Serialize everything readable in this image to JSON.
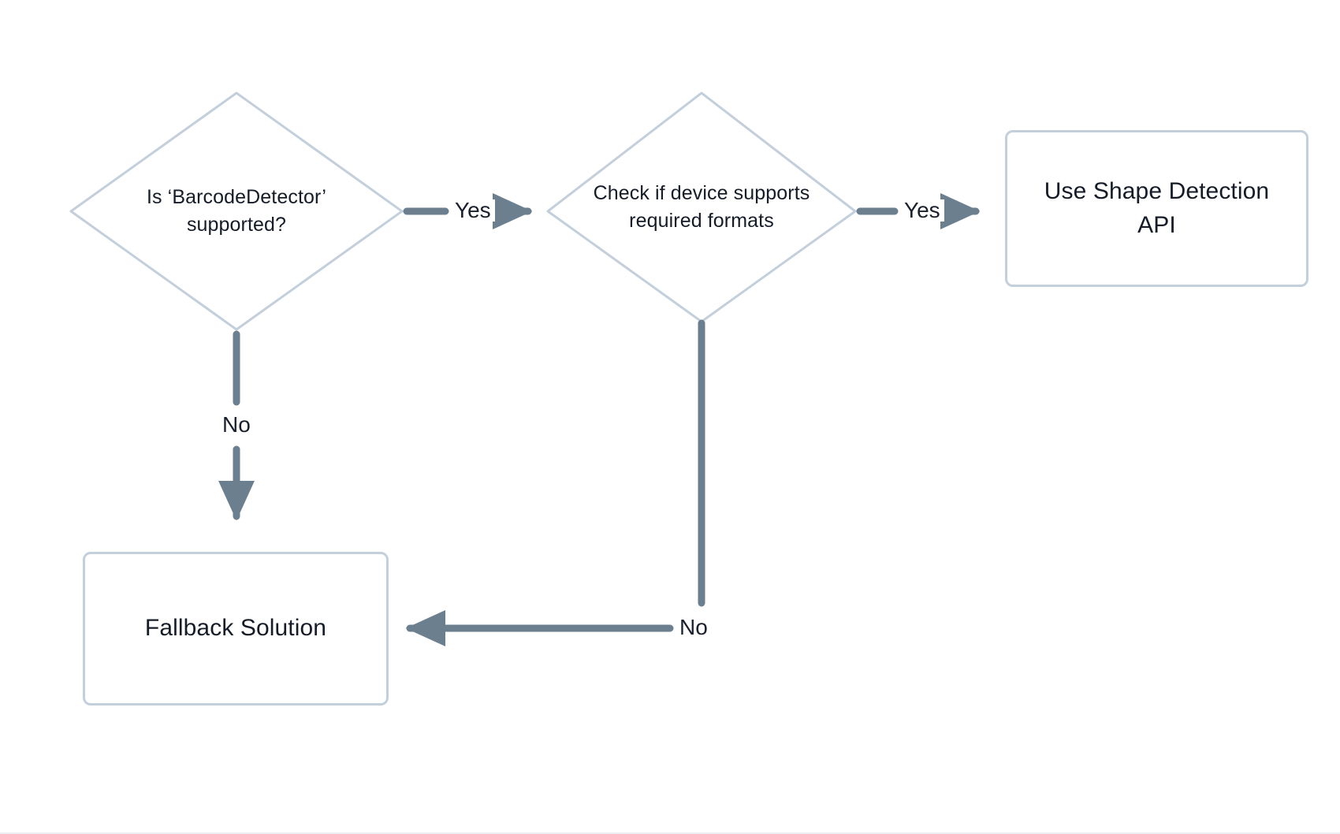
{
  "diagram": {
    "type": "flowchart",
    "background_color": "#ffffff",
    "node_border_color": "#c3cfda",
    "edge_color": "#6b7f8f",
    "text_color": "#151c27",
    "nodes": [
      {
        "id": "barcode-detector-check",
        "shape": "diamond",
        "label": "Is ‘BarcodeDetector’\nsupported?"
      },
      {
        "id": "device-formats-check",
        "shape": "diamond",
        "label": "Check if device supports\nrequired formats"
      },
      {
        "id": "use-shape-detection-api",
        "shape": "rectangle",
        "label": "Use Shape Detection\nAPI"
      },
      {
        "id": "fallback-solution",
        "shape": "rectangle",
        "label": "Fallback Solution"
      }
    ],
    "edges": [
      {
        "id": "barcode-yes",
        "from": "barcode-detector-check",
        "to": "device-formats-check",
        "label": "Yes",
        "direction": "right"
      },
      {
        "id": "barcode-no",
        "from": "barcode-detector-check",
        "to": "fallback-solution",
        "label": "No",
        "direction": "down"
      },
      {
        "id": "formats-yes",
        "from": "device-formats-check",
        "to": "use-shape-detection-api",
        "label": "Yes",
        "direction": "right"
      },
      {
        "id": "formats-no",
        "from": "device-formats-check",
        "to": "fallback-solution",
        "label": "No",
        "direction": "left"
      }
    ]
  }
}
